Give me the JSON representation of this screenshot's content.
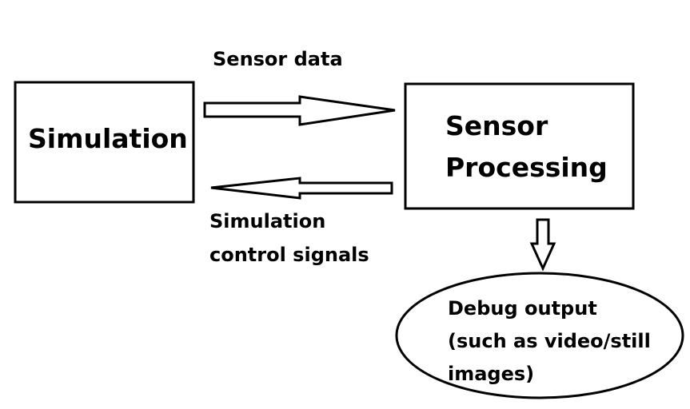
{
  "nodes": {
    "simulation": {
      "label": "Simulation"
    },
    "sensor_processing": {
      "lines": [
        "Sensor",
        "Processing"
      ]
    },
    "debug_output": {
      "lines": [
        "Debug output",
        "(such as video/still",
        "images)"
      ]
    }
  },
  "edges": {
    "sensor_data": {
      "label": "Sensor data"
    },
    "control_signals": {
      "lines": [
        "Simulation",
        "control signals"
      ]
    }
  }
}
